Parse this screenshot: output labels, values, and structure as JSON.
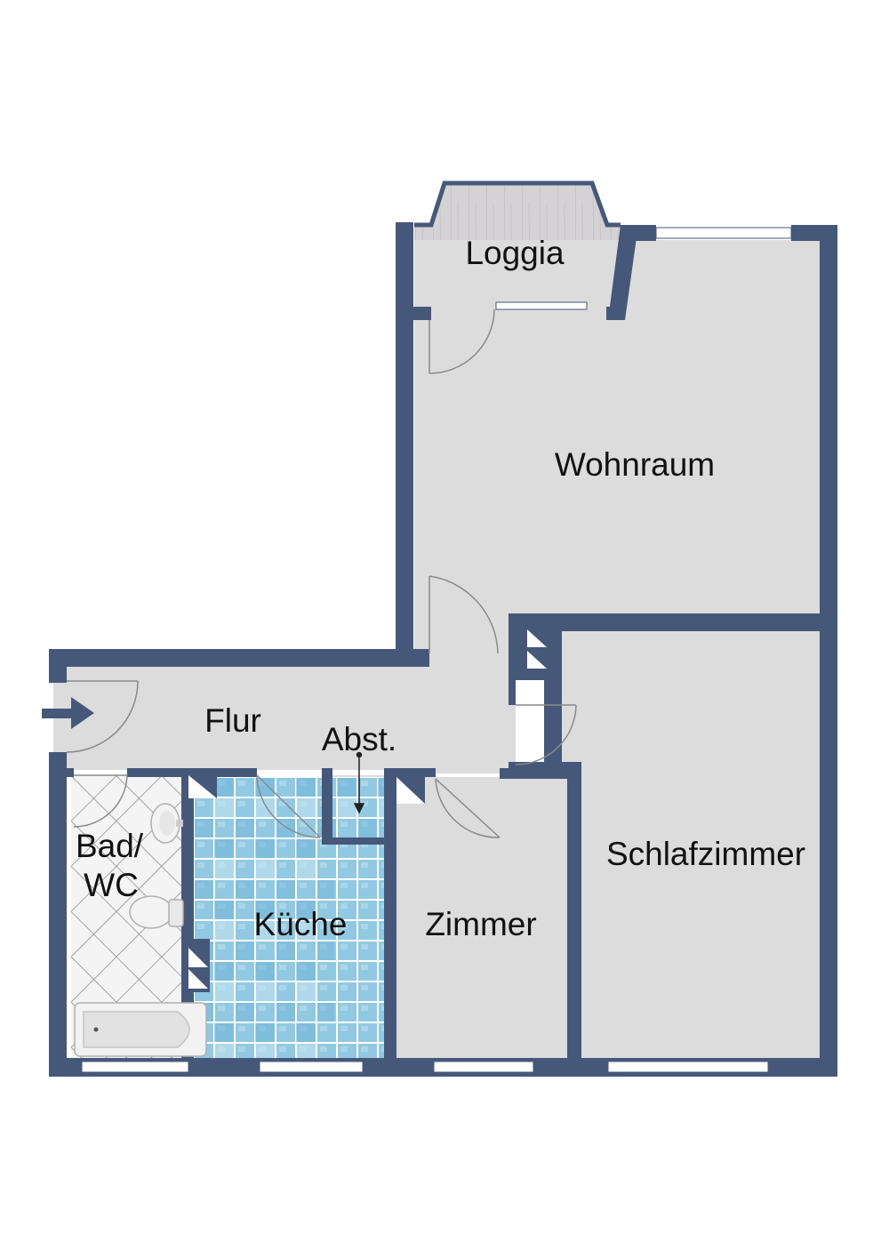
{
  "rooms": {
    "loggia": "Loggia",
    "wohnraum": "Wohnraum",
    "flur": "Flur",
    "abstellraum": "Abst.",
    "schlafzimmer": "Schlafzimmer",
    "bad_line1": "Bad/",
    "bad_line2": "WC",
    "kueche": "Küche",
    "zimmer": "Zimmer"
  },
  "colors": {
    "wall": "#46587a",
    "floor": "#dcdcdc",
    "loggia_deck": "#d2d0d2",
    "kitchen_tile": "#8fc6e0",
    "bath_tile": "#f4f4f4",
    "window": "#ffffff"
  },
  "icons": [
    "entrance-arrow-icon",
    "washbasin-icon",
    "toilet-icon",
    "bathtub-icon",
    "chimney-shaft-icon"
  ]
}
